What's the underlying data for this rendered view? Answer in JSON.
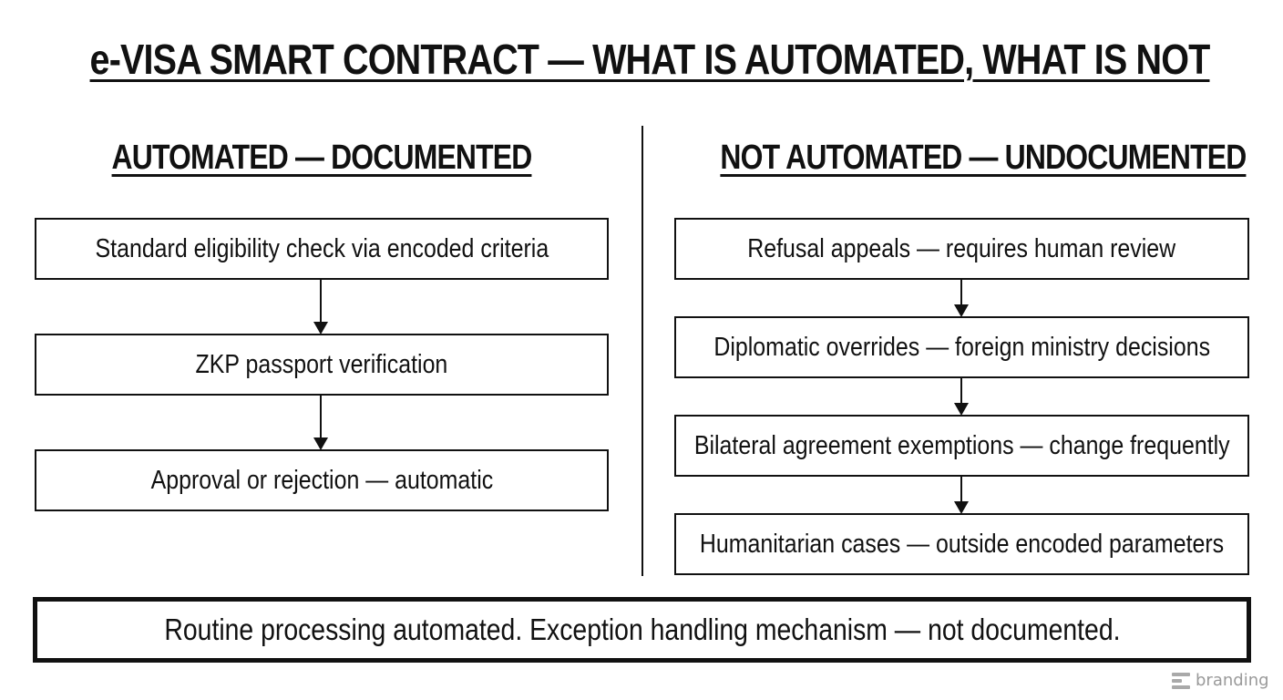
{
  "title": "e-VISA SMART CONTRACT — WHAT IS AUTOMATED, WHAT IS NOT",
  "left_column": {
    "heading": "AUTOMATED — DOCUMENTED",
    "steps": [
      "Standard eligibility check via encoded criteria",
      "ZKP passport verification",
      "Approval or rejection — automatic"
    ]
  },
  "right_column": {
    "heading": "NOT AUTOMATED — UNDOCUMENTED",
    "steps": [
      "Refusal appeals — requires human review",
      "Diplomatic overrides — foreign ministry decisions",
      "Bilateral agreement exemptions — change frequently",
      "Humanitarian cases — outside encoded parameters"
    ]
  },
  "summary": "Routine processing automated. Exception handling mechanism — not documented.",
  "watermark": "branding"
}
